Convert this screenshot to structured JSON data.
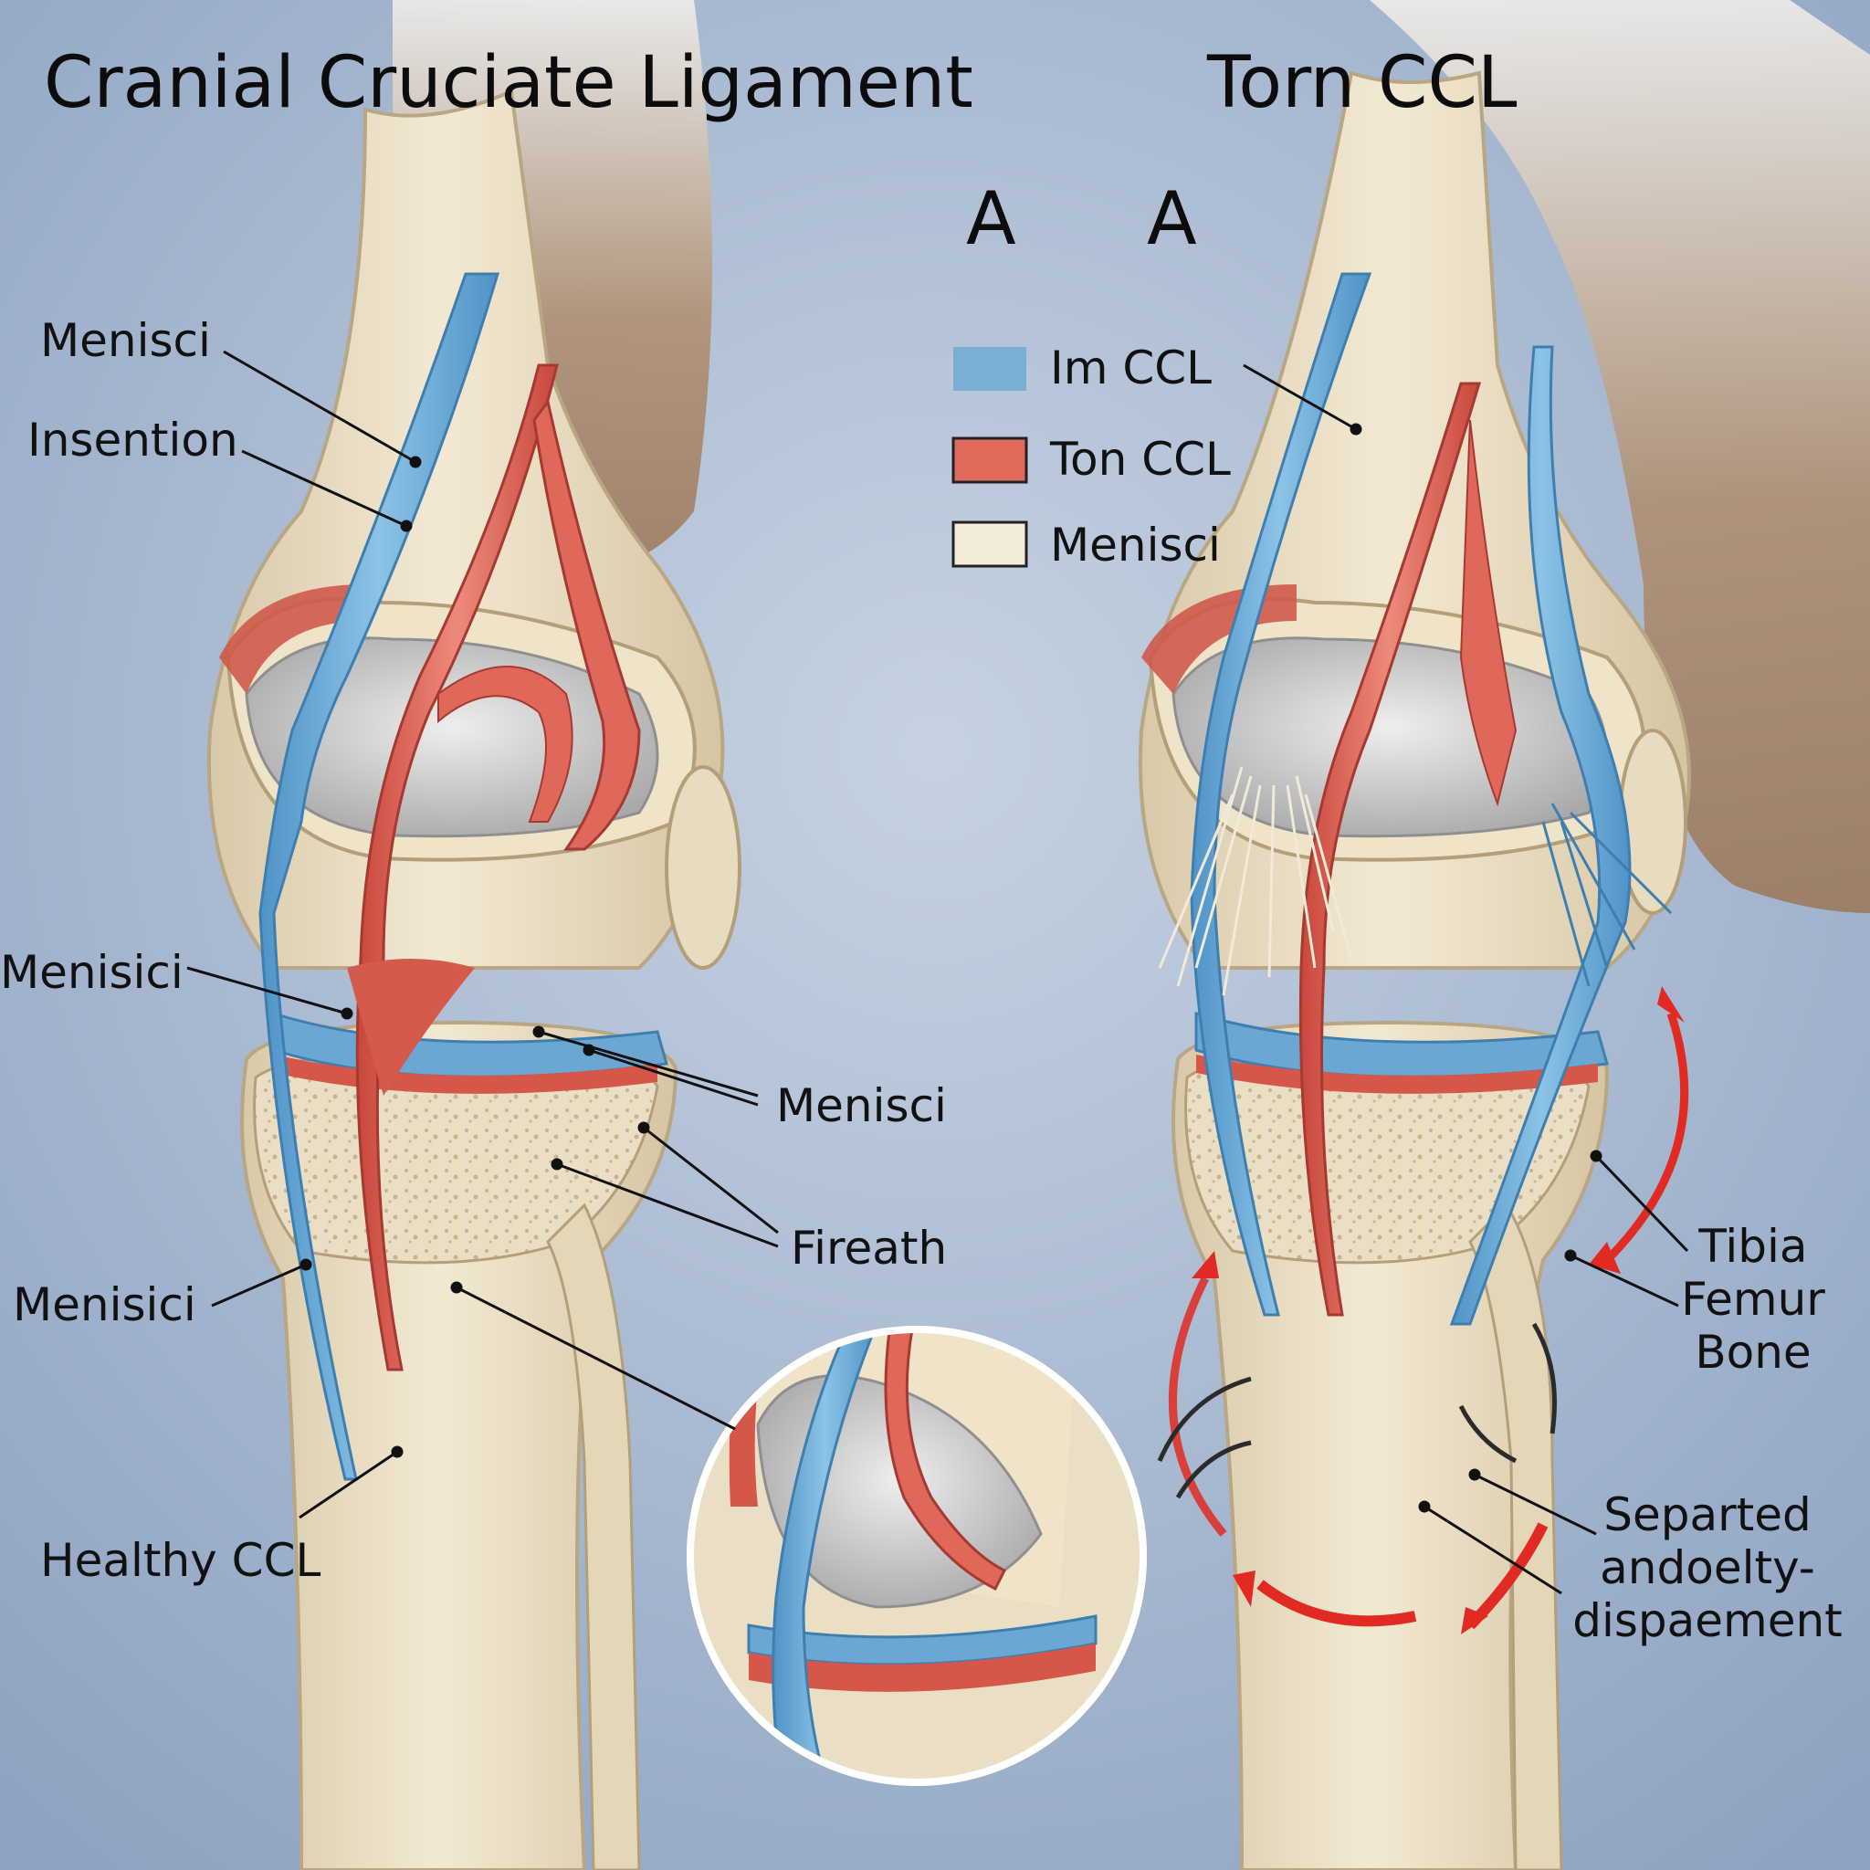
{
  "titles": {
    "left": "Cranial Cruciate Ligament",
    "right": "Torn CCL"
  },
  "panel_letters": [
    "A",
    "A"
  ],
  "legend": [
    {
      "label": "Im CCL",
      "color": "#7aaed2"
    },
    {
      "label": "Ton CCL",
      "color": "#e06a5c"
    },
    {
      "label": "Menisci",
      "color": "#f3ecda"
    }
  ],
  "labels": {
    "menisci_top": "Menisci",
    "insention": "Insention",
    "menisici_mid": "Menisici",
    "menisci_right": "Menisci",
    "fireath": "Fireath",
    "menisici_low": "Menisici",
    "healthy_ccl": "Healthy CCL",
    "tibia_femur_bone": [
      "Tibia",
      "Femur",
      "Bone"
    ],
    "separated": [
      "Separted",
      "andoelty-",
      "dispaement"
    ]
  },
  "colors": {
    "background": "#9fb1ca",
    "bone": "#efe3c8",
    "ligament_blue": "#6fb0da",
    "ligament_red": "#e0685a",
    "cartilage": "#d9dadb",
    "fur": "#a7825f",
    "arrow_red": "#e02a22"
  }
}
